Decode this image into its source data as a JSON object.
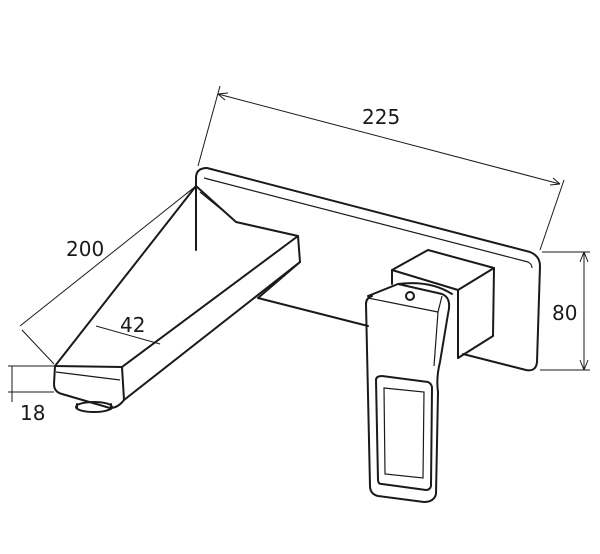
{
  "dimensions": {
    "width_label": "225",
    "spout_length_label": "200",
    "spout_width_label": "42",
    "plate_height_label": "80",
    "spout_height_label": "18"
  },
  "colors": {
    "stroke": "#1a1a1a",
    "background": "#ffffff"
  }
}
